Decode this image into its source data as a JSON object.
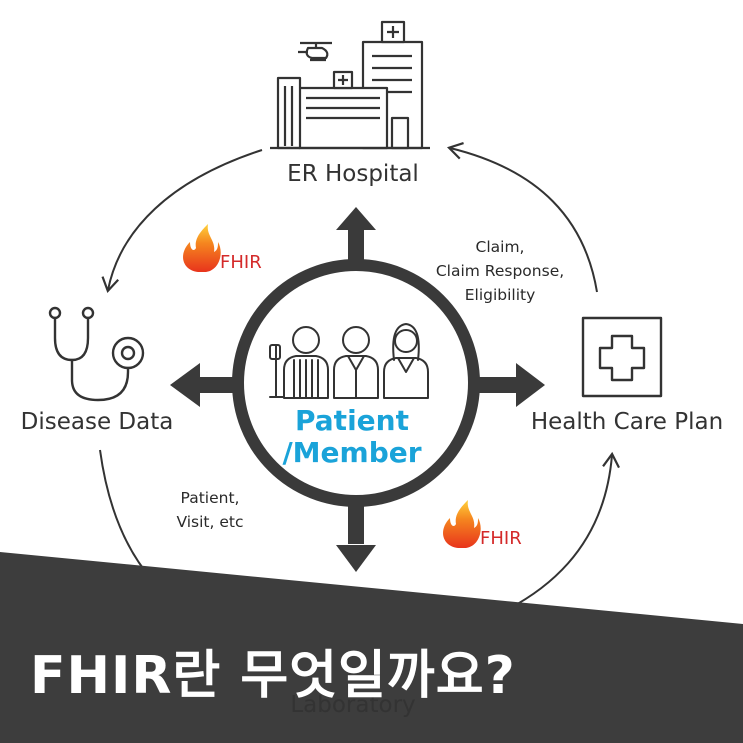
{
  "nodes": {
    "top": "ER Hospital",
    "left": "Disease Data",
    "right": "Health Care Plan",
    "bottom": "Laboratory"
  },
  "center": {
    "line1": "Patient",
    "line2": "/Member"
  },
  "edge_labels": {
    "top_right": [
      "Claim,",
      "Claim Response,",
      "Eligibility"
    ],
    "bottom_left": [
      "Patient,",
      "Visit, etc"
    ]
  },
  "badges": {
    "fhir_top_left": "FHIR",
    "fhir_bottom_right": "FHIR"
  },
  "banner": {
    "title": "FHIR란  무엇일까요?"
  },
  "colors": {
    "line": "#333333",
    "center_text": "#1aa3d9",
    "fhir_text": "#d42a2a",
    "banner": "#3d3d3d"
  },
  "icons": {
    "top": "hospital-building-icon",
    "left": "stethoscope-icon",
    "right": "medical-cross-plan-icon",
    "bottom": "test-tubes-icon",
    "center": "patients-group-icon",
    "badge": "fhir-flame-icon"
  }
}
